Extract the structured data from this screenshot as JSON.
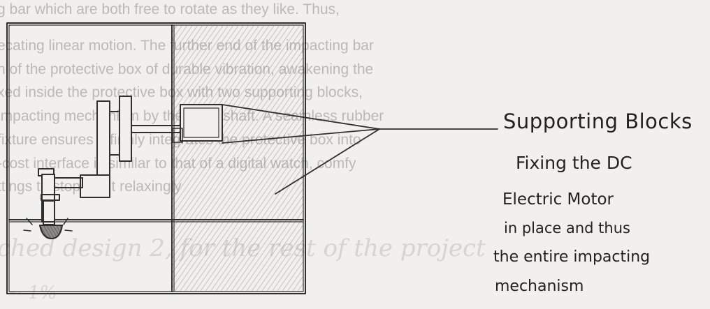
{
  "bleed_through": {
    "lines": [
      "g bar which are both free to rotate as they like. Thus,",
      "ecating linear motion. The further end of the impacting bar",
      "n of the protective box of durable vibration, awakening the",
      "xed inside the protective box with two supporting blocks,",
      "impacting mechanism by the main shaft. A seamless rubber",
      "fixture ensures a firmly integrates the protective box into",
      "-cost interface is similar to that of a digital watch, comfy",
      "ttings to stop to sit relaxingly"
    ],
    "pencil_line": "ched design 2, for the rest of the project",
    "pencil_fragment": "~ 1%"
  },
  "annotation": {
    "title": "Supporting Blocks",
    "description": [
      "Fixing the DC",
      "Electric Motor",
      "in place and thus",
      "the entire impacting",
      "mechanism"
    ]
  }
}
